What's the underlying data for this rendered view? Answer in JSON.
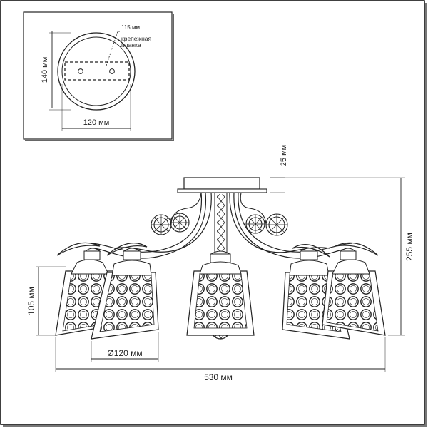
{
  "plate_inset": {
    "width_label": "120 мм",
    "height_label": "140 мм",
    "plate_length_label": "115 мм",
    "plate_name_line1": "крепежная",
    "plate_name_line2": "планка"
  },
  "main_view": {
    "canopy_height_label": "25 мм",
    "total_height_label": "255 мм",
    "shade_height_label": "105 мм",
    "shade_diameter_label": "Ø120 мм",
    "total_width_label": "530 мм"
  },
  "colors": {
    "line": "#222222",
    "frame_border": "#000000",
    "shadow": "#555555"
  }
}
